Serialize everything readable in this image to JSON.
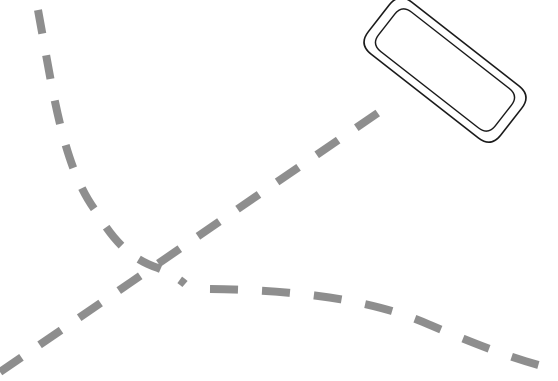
{
  "scene": {
    "background_color": "#ffffff",
    "path_color": "#8e8e8e",
    "object_outline_color": "#1a1a1a",
    "object_fill_color": "#ffffff",
    "paths": [
      {
        "name": "path-left-curve"
      },
      {
        "name": "path-diagonal"
      },
      {
        "name": "path-right-curve"
      }
    ],
    "object": {
      "name": "tilted-bracket-object"
    }
  }
}
